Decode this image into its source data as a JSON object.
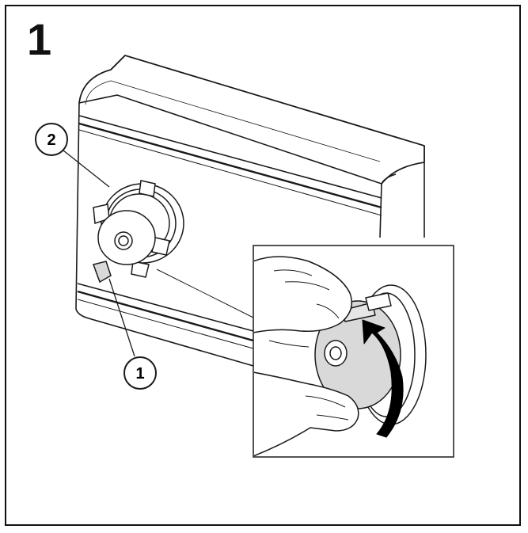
{
  "step": {
    "number": "1"
  },
  "callouts": [
    {
      "id": "1",
      "label": "1"
    },
    {
      "id": "2",
      "label": "2"
    }
  ],
  "colors": {
    "line": "#1a1a1a",
    "fill": "#ffffff",
    "shade": "#d9d9d9",
    "arrow": "#000000"
  }
}
